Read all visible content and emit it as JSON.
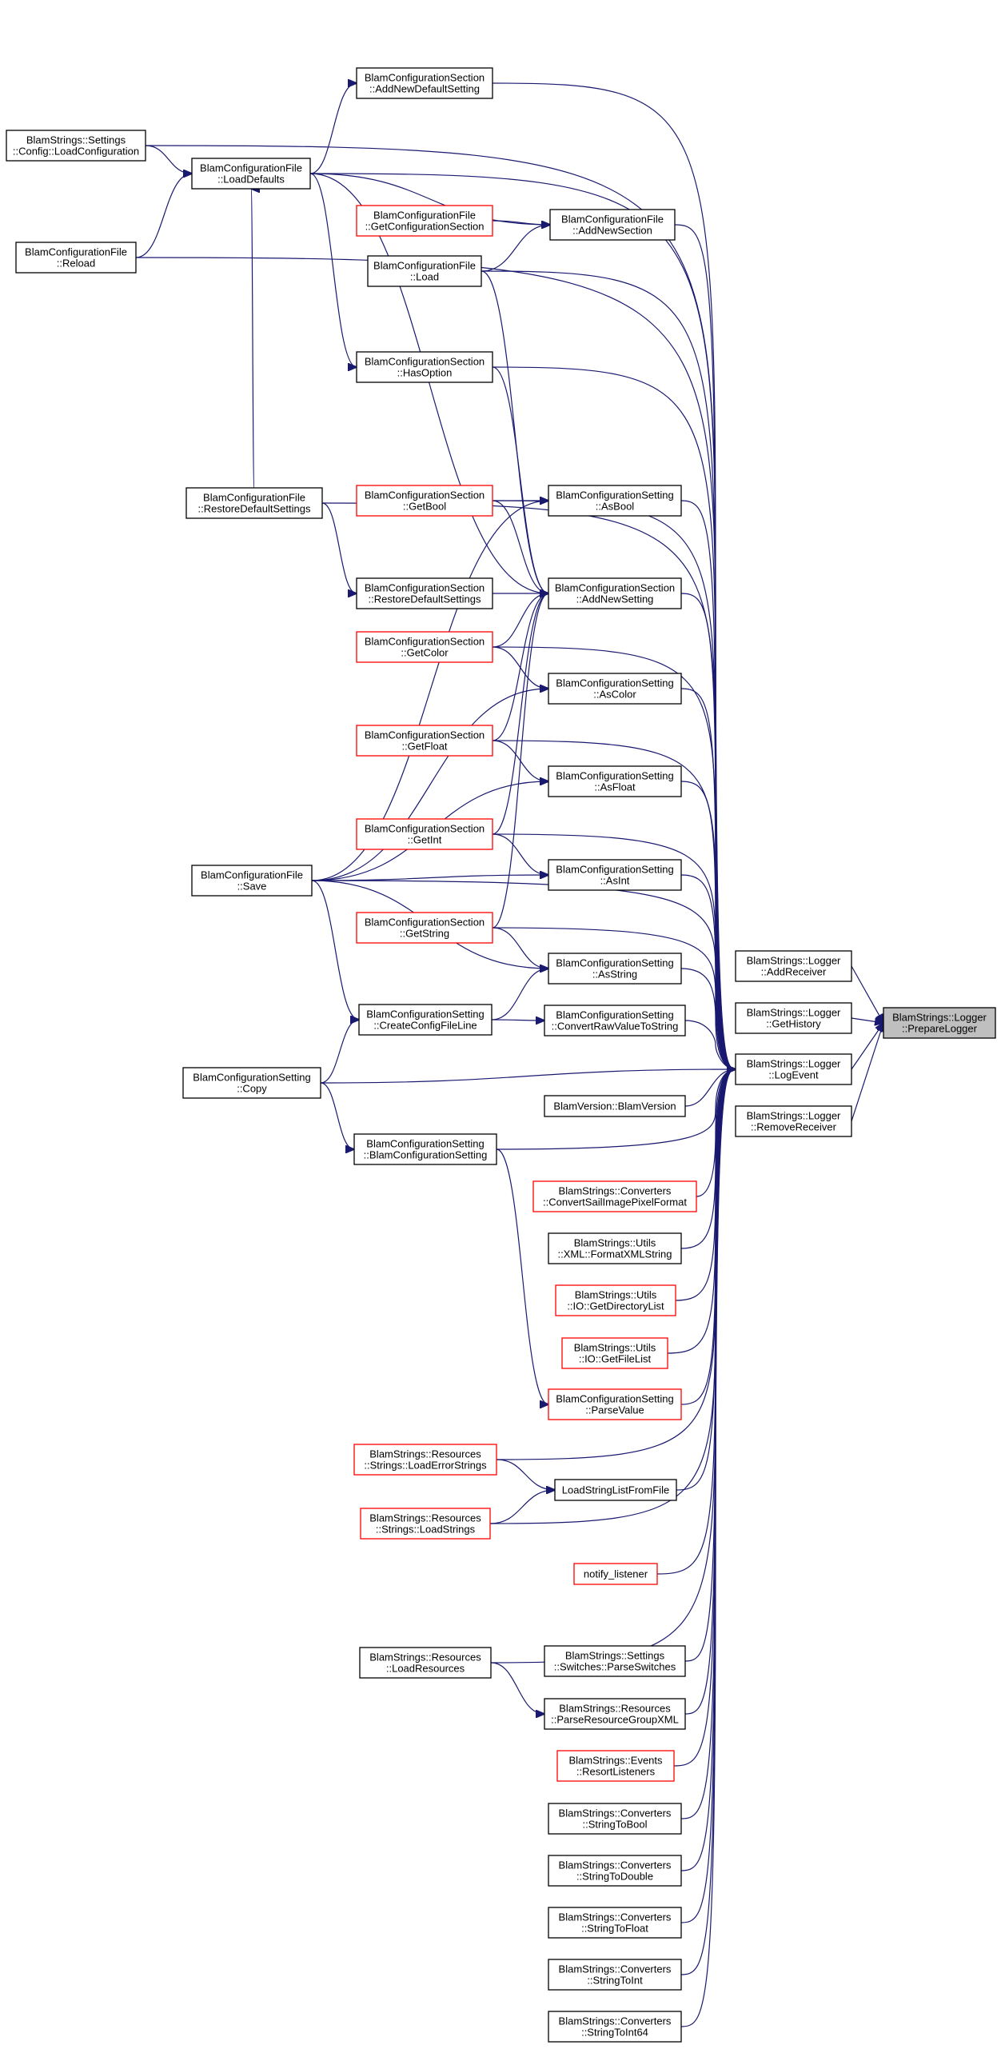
{
  "nodes": [
    {
      "id": "prepare_logger",
      "lines": [
        "BlamStrings::Logger",
        "::PrepareLogger"
      ],
      "style": "highlight"
    },
    {
      "id": "add_receiver",
      "lines": [
        "BlamStrings::Logger",
        "::AddReceiver"
      ],
      "style": "normal"
    },
    {
      "id": "get_history",
      "lines": [
        "BlamStrings::Logger",
        "::GetHistory"
      ],
      "style": "normal"
    },
    {
      "id": "log_event",
      "lines": [
        "BlamStrings::Logger",
        "::LogEvent"
      ],
      "style": "normal"
    },
    {
      "id": "remove_receiver",
      "lines": [
        "BlamStrings::Logger",
        "::RemoveReceiver"
      ],
      "style": "normal"
    },
    {
      "id": "settings_load_config",
      "lines": [
        "BlamStrings::Settings",
        "::Config::LoadConfiguration"
      ],
      "style": "normal"
    },
    {
      "id": "file_reload",
      "lines": [
        "BlamConfigurationFile",
        "::Reload"
      ],
      "style": "normal"
    },
    {
      "id": "file_restore_defaults",
      "lines": [
        "BlamConfigurationFile",
        "::RestoreDefaultSettings"
      ],
      "style": "normal"
    },
    {
      "id": "file_save",
      "lines": [
        "BlamConfigurationFile",
        "::Save"
      ],
      "style": "normal"
    },
    {
      "id": "setting_copy",
      "lines": [
        "BlamConfigurationSetting",
        "::Copy"
      ],
      "style": "normal"
    },
    {
      "id": "section_add_default",
      "lines": [
        "BlamConfigurationSection",
        "::AddNewDefaultSetting"
      ],
      "style": "normal"
    },
    {
      "id": "file_load_defaults",
      "lines": [
        "BlamConfigurationFile",
        "::LoadDefaults"
      ],
      "style": "normal"
    },
    {
      "id": "file_get_section",
      "lines": [
        "BlamConfigurationFile",
        "::GetConfigurationSection"
      ],
      "style": "red"
    },
    {
      "id": "file_load",
      "lines": [
        "BlamConfigurationFile",
        "::Load"
      ],
      "style": "normal"
    },
    {
      "id": "file_add_section",
      "lines": [
        "BlamConfigurationFile",
        "::AddNewSection"
      ],
      "style": "normal"
    },
    {
      "id": "section_has_option",
      "lines": [
        "BlamConfigurationSection",
        "::HasOption"
      ],
      "style": "normal"
    },
    {
      "id": "section_get_bool",
      "lines": [
        "BlamConfigurationSection",
        "::GetBool"
      ],
      "style": "red"
    },
    {
      "id": "setting_as_bool",
      "lines": [
        "BlamConfigurationSetting",
        "::AsBool"
      ],
      "style": "normal"
    },
    {
      "id": "section_restore_defaults",
      "lines": [
        "BlamConfigurationSection",
        "::RestoreDefaultSettings"
      ],
      "style": "normal"
    },
    {
      "id": "section_add_setting",
      "lines": [
        "BlamConfigurationSection",
        "::AddNewSetting"
      ],
      "style": "normal"
    },
    {
      "id": "section_get_color",
      "lines": [
        "BlamConfigurationSection",
        "::GetColor"
      ],
      "style": "red"
    },
    {
      "id": "setting_as_color",
      "lines": [
        "BlamConfigurationSetting",
        "::AsColor"
      ],
      "style": "normal"
    },
    {
      "id": "section_get_float",
      "lines": [
        "BlamConfigurationSection",
        "::GetFloat"
      ],
      "style": "red"
    },
    {
      "id": "setting_as_float",
      "lines": [
        "BlamConfigurationSetting",
        "::AsFloat"
      ],
      "style": "normal"
    },
    {
      "id": "section_get_int",
      "lines": [
        "BlamConfigurationSection",
        "::GetInt"
      ],
      "style": "red"
    },
    {
      "id": "setting_as_int",
      "lines": [
        "BlamConfigurationSetting",
        "::AsInt"
      ],
      "style": "normal"
    },
    {
      "id": "section_get_string",
      "lines": [
        "BlamConfigurationSection",
        "::GetString"
      ],
      "style": "red"
    },
    {
      "id": "setting_as_string",
      "lines": [
        "BlamConfigurationSetting",
        "::AsString"
      ],
      "style": "normal"
    },
    {
      "id": "setting_create_line",
      "lines": [
        "BlamConfigurationSetting",
        "::CreateConfigFileLine"
      ],
      "style": "normal"
    },
    {
      "id": "setting_convert_raw",
      "lines": [
        "BlamConfigurationSetting",
        "::ConvertRawValueToString"
      ],
      "style": "normal"
    },
    {
      "id": "blam_version",
      "lines": [
        "BlamVersion::BlamVersion"
      ],
      "style": "normal"
    },
    {
      "id": "setting_ctor",
      "lines": [
        "BlamConfigurationSetting",
        "::BlamConfigurationSetting"
      ],
      "style": "normal"
    },
    {
      "id": "convert_sail",
      "lines": [
        "BlamStrings::Converters",
        "::ConvertSailImagePixelFormat"
      ],
      "style": "red"
    },
    {
      "id": "format_xml",
      "lines": [
        "BlamStrings::Utils",
        "::XML::FormatXMLString"
      ],
      "style": "normal"
    },
    {
      "id": "get_directory_list",
      "lines": [
        "BlamStrings::Utils",
        "::IO::GetDirectoryList"
      ],
      "style": "red"
    },
    {
      "id": "get_file_list",
      "lines": [
        "BlamStrings::Utils",
        "::IO::GetFileList"
      ],
      "style": "red"
    },
    {
      "id": "setting_parse_value",
      "lines": [
        "BlamConfigurationSetting",
        "::ParseValue"
      ],
      "style": "red"
    },
    {
      "id": "load_error_strings",
      "lines": [
        "BlamStrings::Resources",
        "::Strings::LoadErrorStrings"
      ],
      "style": "red"
    },
    {
      "id": "load_string_list",
      "lines": [
        "LoadStringListFromFile"
      ],
      "style": "normal"
    },
    {
      "id": "load_strings",
      "lines": [
        "BlamStrings::Resources",
        "::Strings::LoadStrings"
      ],
      "style": "red"
    },
    {
      "id": "notify_listener",
      "lines": [
        "notify_listener"
      ],
      "style": "red"
    },
    {
      "id": "load_resources",
      "lines": [
        "BlamStrings::Resources",
        "::LoadResources"
      ],
      "style": "normal"
    },
    {
      "id": "parse_switches",
      "lines": [
        "BlamStrings::Settings",
        "::Switches::ParseSwitches"
      ],
      "style": "normal"
    },
    {
      "id": "parse_resource_xml",
      "lines": [
        "BlamStrings::Resources",
        "::ParseResourceGroupXML"
      ],
      "style": "normal"
    },
    {
      "id": "resort_listeners",
      "lines": [
        "BlamStrings::Events",
        "::ResortListeners"
      ],
      "style": "red"
    },
    {
      "id": "string_to_bool",
      "lines": [
        "BlamStrings::Converters",
        "::StringToBool"
      ],
      "style": "normal"
    },
    {
      "id": "string_to_double",
      "lines": [
        "BlamStrings::Converters",
        "::StringToDouble"
      ],
      "style": "normal"
    },
    {
      "id": "string_to_float",
      "lines": [
        "BlamStrings::Converters",
        "::StringToFloat"
      ],
      "style": "normal"
    },
    {
      "id": "string_to_int",
      "lines": [
        "BlamStrings::Converters",
        "::StringToInt"
      ],
      "style": "normal"
    },
    {
      "id": "string_to_int64",
      "lines": [
        "BlamStrings::Converters",
        "::StringToInt64"
      ],
      "style": "normal"
    }
  ],
  "edges": [
    [
      "add_receiver",
      "prepare_logger"
    ],
    [
      "get_history",
      "prepare_logger"
    ],
    [
      "log_event",
      "prepare_logger"
    ],
    [
      "remove_receiver",
      "prepare_logger"
    ],
    [
      "settings_load_config",
      "log_event"
    ],
    [
      "file_reload",
      "log_event"
    ],
    [
      "file_restore_defaults",
      "log_event"
    ],
    [
      "file_save",
      "log_event"
    ],
    [
      "setting_copy",
      "log_event"
    ],
    [
      "section_add_default",
      "log_event"
    ],
    [
      "file_load_defaults",
      "log_event"
    ],
    [
      "file_add_section",
      "log_event"
    ],
    [
      "file_load",
      "log_event"
    ],
    [
      "section_has_option",
      "log_event"
    ],
    [
      "setting_as_bool",
      "log_event"
    ],
    [
      "section_get_bool",
      "log_event"
    ],
    [
      "section_add_setting",
      "log_event"
    ],
    [
      "setting_as_color",
      "log_event"
    ],
    [
      "section_get_color",
      "log_event"
    ],
    [
      "setting_as_float",
      "log_event"
    ],
    [
      "section_get_float",
      "log_event"
    ],
    [
      "setting_as_int",
      "log_event"
    ],
    [
      "section_get_int",
      "log_event"
    ],
    [
      "setting_as_string",
      "log_event"
    ],
    [
      "section_get_string",
      "log_event"
    ],
    [
      "setting_convert_raw",
      "log_event"
    ],
    [
      "blam_version",
      "log_event"
    ],
    [
      "setting_ctor",
      "log_event"
    ],
    [
      "convert_sail",
      "log_event"
    ],
    [
      "format_xml",
      "log_event"
    ],
    [
      "get_directory_list",
      "log_event"
    ],
    [
      "get_file_list",
      "log_event"
    ],
    [
      "setting_parse_value",
      "log_event"
    ],
    [
      "load_error_strings",
      "log_event"
    ],
    [
      "load_string_list",
      "log_event"
    ],
    [
      "load_strings",
      "log_event"
    ],
    [
      "notify_listener",
      "log_event"
    ],
    [
      "load_resources",
      "log_event"
    ],
    [
      "parse_switches",
      "log_event"
    ],
    [
      "parse_resource_xml",
      "log_event"
    ],
    [
      "resort_listeners",
      "log_event"
    ],
    [
      "string_to_bool",
      "log_event"
    ],
    [
      "string_to_double",
      "log_event"
    ],
    [
      "string_to_float",
      "log_event"
    ],
    [
      "string_to_int",
      "log_event"
    ],
    [
      "string_to_int64",
      "log_event"
    ],
    [
      "settings_load_config",
      "file_load_defaults"
    ],
    [
      "file_reload",
      "file_load_defaults"
    ],
    [
      "file_restore_defaults",
      "file_load_defaults"
    ],
    [
      "file_load_defaults",
      "section_add_default"
    ],
    [
      "file_load_defaults",
      "file_add_section"
    ],
    [
      "file_load_defaults",
      "section_has_option"
    ],
    [
      "file_load_defaults",
      "section_add_setting"
    ],
    [
      "file_get_section",
      "file_add_section"
    ],
    [
      "file_load",
      "file_add_section"
    ],
    [
      "file_load",
      "section_add_setting"
    ],
    [
      "section_has_option",
      "section_add_setting"
    ],
    [
      "section_get_bool",
      "setting_as_bool"
    ],
    [
      "section_get_bool",
      "section_add_setting"
    ],
    [
      "file_restore_defaults",
      "section_restore_defaults"
    ],
    [
      "section_restore_defaults",
      "section_add_setting"
    ],
    [
      "section_get_color",
      "setting_as_color"
    ],
    [
      "section_get_color",
      "section_add_setting"
    ],
    [
      "section_get_float",
      "setting_as_float"
    ],
    [
      "section_get_float",
      "section_add_setting"
    ],
    [
      "section_get_int",
      "setting_as_int"
    ],
    [
      "section_get_int",
      "section_add_setting"
    ],
    [
      "section_get_string",
      "setting_as_string"
    ],
    [
      "section_get_string",
      "section_add_setting"
    ],
    [
      "file_save",
      "setting_as_bool"
    ],
    [
      "file_save",
      "setting_as_color"
    ],
    [
      "file_save",
      "setting_as_float"
    ],
    [
      "file_save",
      "setting_as_int"
    ],
    [
      "file_save",
      "setting_as_string"
    ],
    [
      "file_save",
      "setting_create_line"
    ],
    [
      "setting_create_line",
      "setting_as_string"
    ],
    [
      "setting_create_line",
      "setting_convert_raw"
    ],
    [
      "setting_copy",
      "setting_create_line"
    ],
    [
      "setting_copy",
      "setting_ctor"
    ],
    [
      "setting_ctor",
      "setting_parse_value"
    ],
    [
      "load_error_strings",
      "load_string_list"
    ],
    [
      "load_strings",
      "load_string_list"
    ],
    [
      "load_resources",
      "parse_resource_xml"
    ]
  ]
}
